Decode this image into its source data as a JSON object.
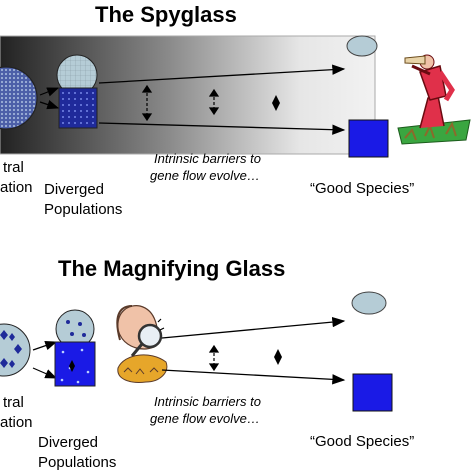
{
  "panels": [
    {
      "title": "The Spyglass",
      "ancestral_label_fragment": [
        "tral",
        "ation"
      ],
      "diverged_label": [
        "Diverged",
        "Populations"
      ],
      "barrier_label": [
        "Intrinsic barriers to",
        "gene flow evolve…"
      ],
      "good_species_label": "“Good Species”",
      "observer_icon": "person-with-spyglass"
    },
    {
      "title": "The Magnifying Glass",
      "ancestral_label_fragment": [
        "tral",
        "ation"
      ],
      "diverged_label": [
        "Diverged",
        "Populations"
      ],
      "barrier_label": [
        "Intrinsic barriers to",
        "gene flow evolve…"
      ],
      "good_species_label": "“Good Species”",
      "observer_icon": "person-with-magnifying-glass"
    }
  ],
  "colors": {
    "circle_fill": "#b5ccd6",
    "square_fill": "#1a1ae6",
    "dark_blue": "#1f2a9a",
    "observer_red": "#e0304a",
    "skin": "#f0c2a8"
  }
}
